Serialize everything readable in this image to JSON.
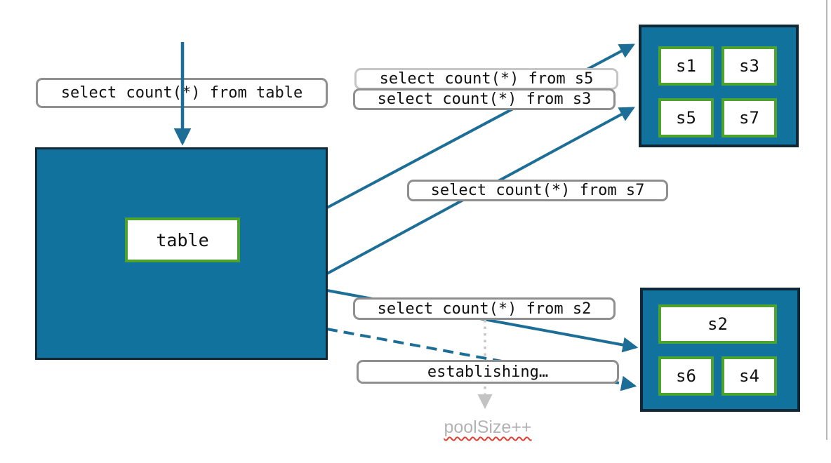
{
  "labels": {
    "query_table": "select count(*) from table",
    "query_s5": "select count(*) from s5",
    "query_s3": "select count(*) from s3",
    "query_s7": "select count(*) from s7",
    "query_s2": "select count(*) from s2",
    "establishing": "establishing…",
    "pool_size": "poolSize++"
  },
  "table": {
    "label": "table"
  },
  "shards_top": [
    "s1",
    "s3",
    "s5",
    "s7"
  ],
  "shards_bottom": [
    "s2",
    "s6",
    "s4"
  ],
  "colors": {
    "teal_fill": "#11729e",
    "dark_border": "#0f2838",
    "green_border": "#4da32d",
    "arrow_teal": "#1d6e96",
    "label_border": "#8f8f8f",
    "label_border_light": "#c6c6c6",
    "dotted_gray": "#c6c6c6",
    "muted_text": "#b3b3b3",
    "squiggle_red": "#e53e30"
  }
}
